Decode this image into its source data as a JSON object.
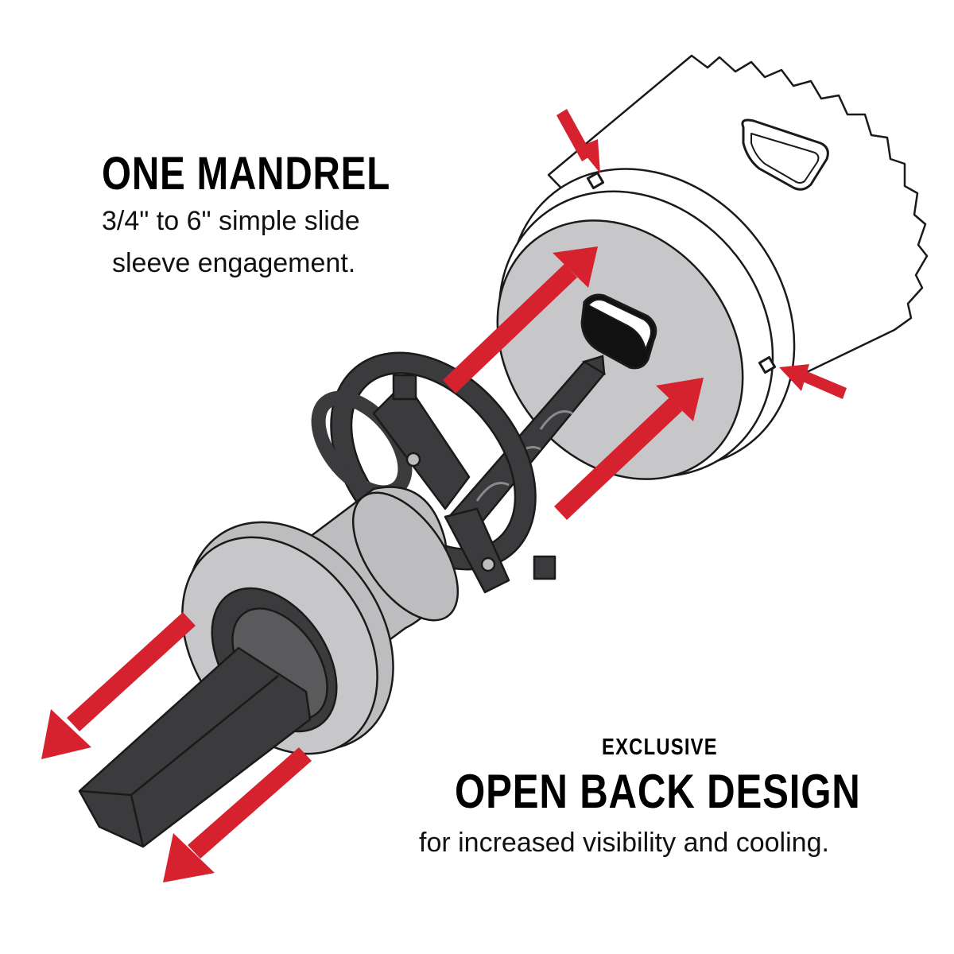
{
  "callout_one": {
    "title": "ONE MANDREL",
    "line1": "3/4\" to 6\" simple slide",
    "line2": "sleeve engagement."
  },
  "callout_two": {
    "kicker": "EXCLUSIVE",
    "title": "OPEN BACK DESIGN",
    "line1": "for increased visibility and cooling."
  },
  "colors": {
    "arrow": "#d6222e",
    "outline": "#1a1a1a",
    "dark_gray": "#3b3b3d",
    "mid_gray": "#5a5a5c",
    "light_gray": "#bdbdbf",
    "white": "#ffffff"
  },
  "icons": [
    "hole-saw-icon",
    "mandrel-icon",
    "pilot-drill-icon",
    "hex-shank-icon",
    "arrow-icon"
  ]
}
